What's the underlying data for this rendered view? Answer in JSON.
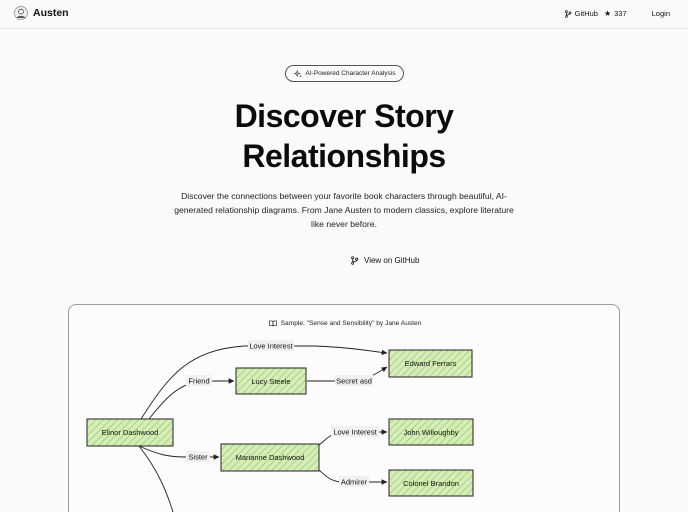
{
  "nav": {
    "brand": "Austen",
    "github_label": "GitHub",
    "stars": "337",
    "login_label": "Login"
  },
  "hero": {
    "badge": "AI-Powered Character Analysis",
    "title_line1": "Discover Story",
    "title_line2": "Relationships",
    "description": "Discover the connections between your favorite book characters through beautiful, AI-generated relationship diagrams. From Jane Austen to modern classics, explore literature like never before.",
    "cta_label": "View on GitHub"
  },
  "sample": {
    "caption": "Sample: \"Sense and Sensibility\" by Jane Austen",
    "nodes": {
      "elinor": "Elinor Dashwood",
      "lucy": "Lucy Steele",
      "edward": "Edward Ferrars",
      "marianne": "Marianne Dashwood",
      "willoughby": "John Willoughby",
      "brandon": "Colonel Brandon"
    },
    "edges": {
      "love1": "Love Interest",
      "friend": "Friend",
      "secret": "Secret asd",
      "love2": "Love Interest",
      "sister": "Sister",
      "admirer": "Admirer"
    }
  },
  "colors": {
    "node_fill": "#d5edb8",
    "node_border": "#222222",
    "hatch": "#8fc25a"
  }
}
